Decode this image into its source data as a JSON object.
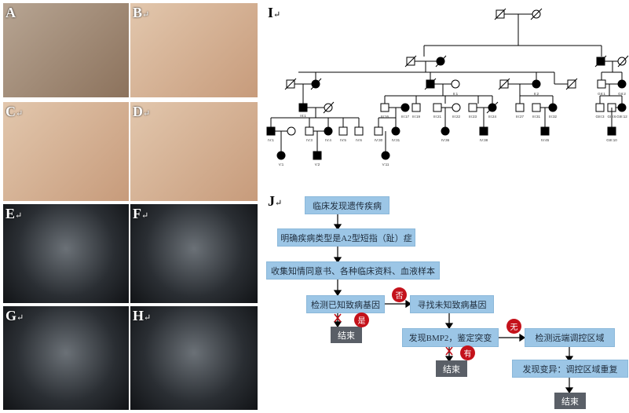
{
  "panels": {
    "a": {
      "letter": "A",
      "mark": ""
    },
    "b": {
      "letter": "B",
      "mark": "↵"
    },
    "c": {
      "letter": "C",
      "mark": "↵"
    },
    "d": {
      "letter": "D",
      "mark": "↵"
    },
    "e": {
      "letter": "E",
      "mark": "↵"
    },
    "f": {
      "letter": "F",
      "mark": "↵"
    },
    "g": {
      "letter": "G",
      "mark": "↵"
    },
    "h": {
      "letter": "H",
      "mark": "↵"
    }
  },
  "pedigree": {
    "label": "I",
    "mark": "↵",
    "ids": [
      "II:1",
      "II:2",
      "GII:1",
      "GII:2",
      "III:1",
      "III:16",
      "III:17",
      "III:19",
      "III:21",
      "III:22",
      "III:23",
      "III:24",
      "III:27",
      "III:31",
      "III:32",
      "GIII:3",
      "GIII:12",
      "GIII:6",
      "IV:1",
      "IV:3",
      "IV:4",
      "IV:5",
      "IV:6",
      "IV:30",
      "IV:31",
      "IV:36",
      "IV:38",
      "IV:45",
      "GIII:10",
      "V:1",
      "V:2",
      "V:11"
    ]
  },
  "flowchart": {
    "label": "J",
    "mark": "↵",
    "steps": [
      "临床发现遗传疾病",
      "明确疾病类型是A2型短指（趾）症",
      "收集知情同意书、各种临床资料、血液样本",
      "检测已知致病基因",
      "寻找未知致病基因",
      "发现BMP2，鉴定突变",
      "检测远端调控区域",
      "发现变异：调控区域重复"
    ],
    "end_label": "结束",
    "badges": {
      "no": "否",
      "yes": "是",
      "none": "无",
      "has": "有"
    }
  }
}
